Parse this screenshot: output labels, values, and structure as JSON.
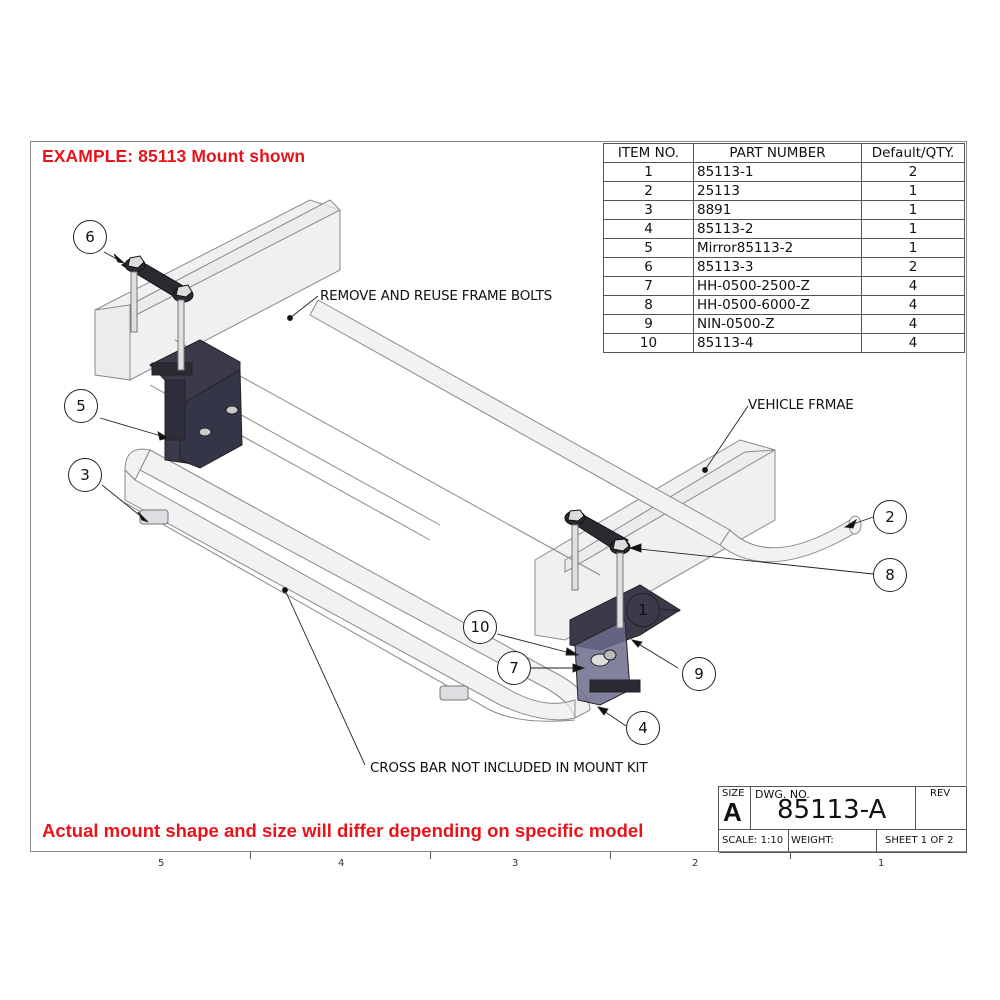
{
  "header": {
    "example_title": "EXAMPLE: 85113 Mount shown"
  },
  "bom": {
    "columns": [
      "ITEM NO.",
      "PART NUMBER",
      "Default/QTY."
    ],
    "rows": [
      {
        "item": "1",
        "part": "85113-1",
        "qty": "2"
      },
      {
        "item": "2",
        "part": "25113",
        "qty": "1"
      },
      {
        "item": "3",
        "part": "8891",
        "qty": "1"
      },
      {
        "item": "4",
        "part": "85113-2",
        "qty": "1"
      },
      {
        "item": "5",
        "part": "Mirror85113-2",
        "qty": "1"
      },
      {
        "item": "6",
        "part": "85113-3",
        "qty": "2"
      },
      {
        "item": "7",
        "part": "HH-0500-2500-Z",
        "qty": "4"
      },
      {
        "item": "8",
        "part": "HH-0500-6000-Z",
        "qty": "4"
      },
      {
        "item": "9",
        "part": "NIN-0500-Z",
        "qty": "4"
      },
      {
        "item": "10",
        "part": "85113-4",
        "qty": "4"
      }
    ]
  },
  "annotations": {
    "frame_bolts": "REMOVE AND REUSE FRAME BOLTS",
    "vehicle_frame": "VEHICLE FRMAE",
    "cross_bar": "CROSS BAR NOT INCLUDED IN MOUNT KIT"
  },
  "balloons": {
    "b1": "1",
    "b2": "2",
    "b3": "3",
    "b4": "4",
    "b5": "5",
    "b6": "6",
    "b7": "7",
    "b8": "8",
    "b9": "9",
    "b10": "10"
  },
  "title_block": {
    "size_label": "SIZE",
    "size_value": "A",
    "dwg_no_label": "DWG.  NO.",
    "dwg_no_value": "85113-A",
    "rev_label": "REV",
    "scale": "SCALE: 1:10",
    "weight": "WEIGHT:",
    "sheet": "SHEET 1 OF 2"
  },
  "footer_note": "Actual mount shape and size will differ depending on specific model",
  "zones": [
    "5",
    "4",
    "3",
    "2",
    "1"
  ],
  "colors": {
    "red_text": "#e8141c",
    "bracket_dark": "#2c2c3a",
    "ghost_fill": "#e6e6ea",
    "line": "#555555"
  }
}
